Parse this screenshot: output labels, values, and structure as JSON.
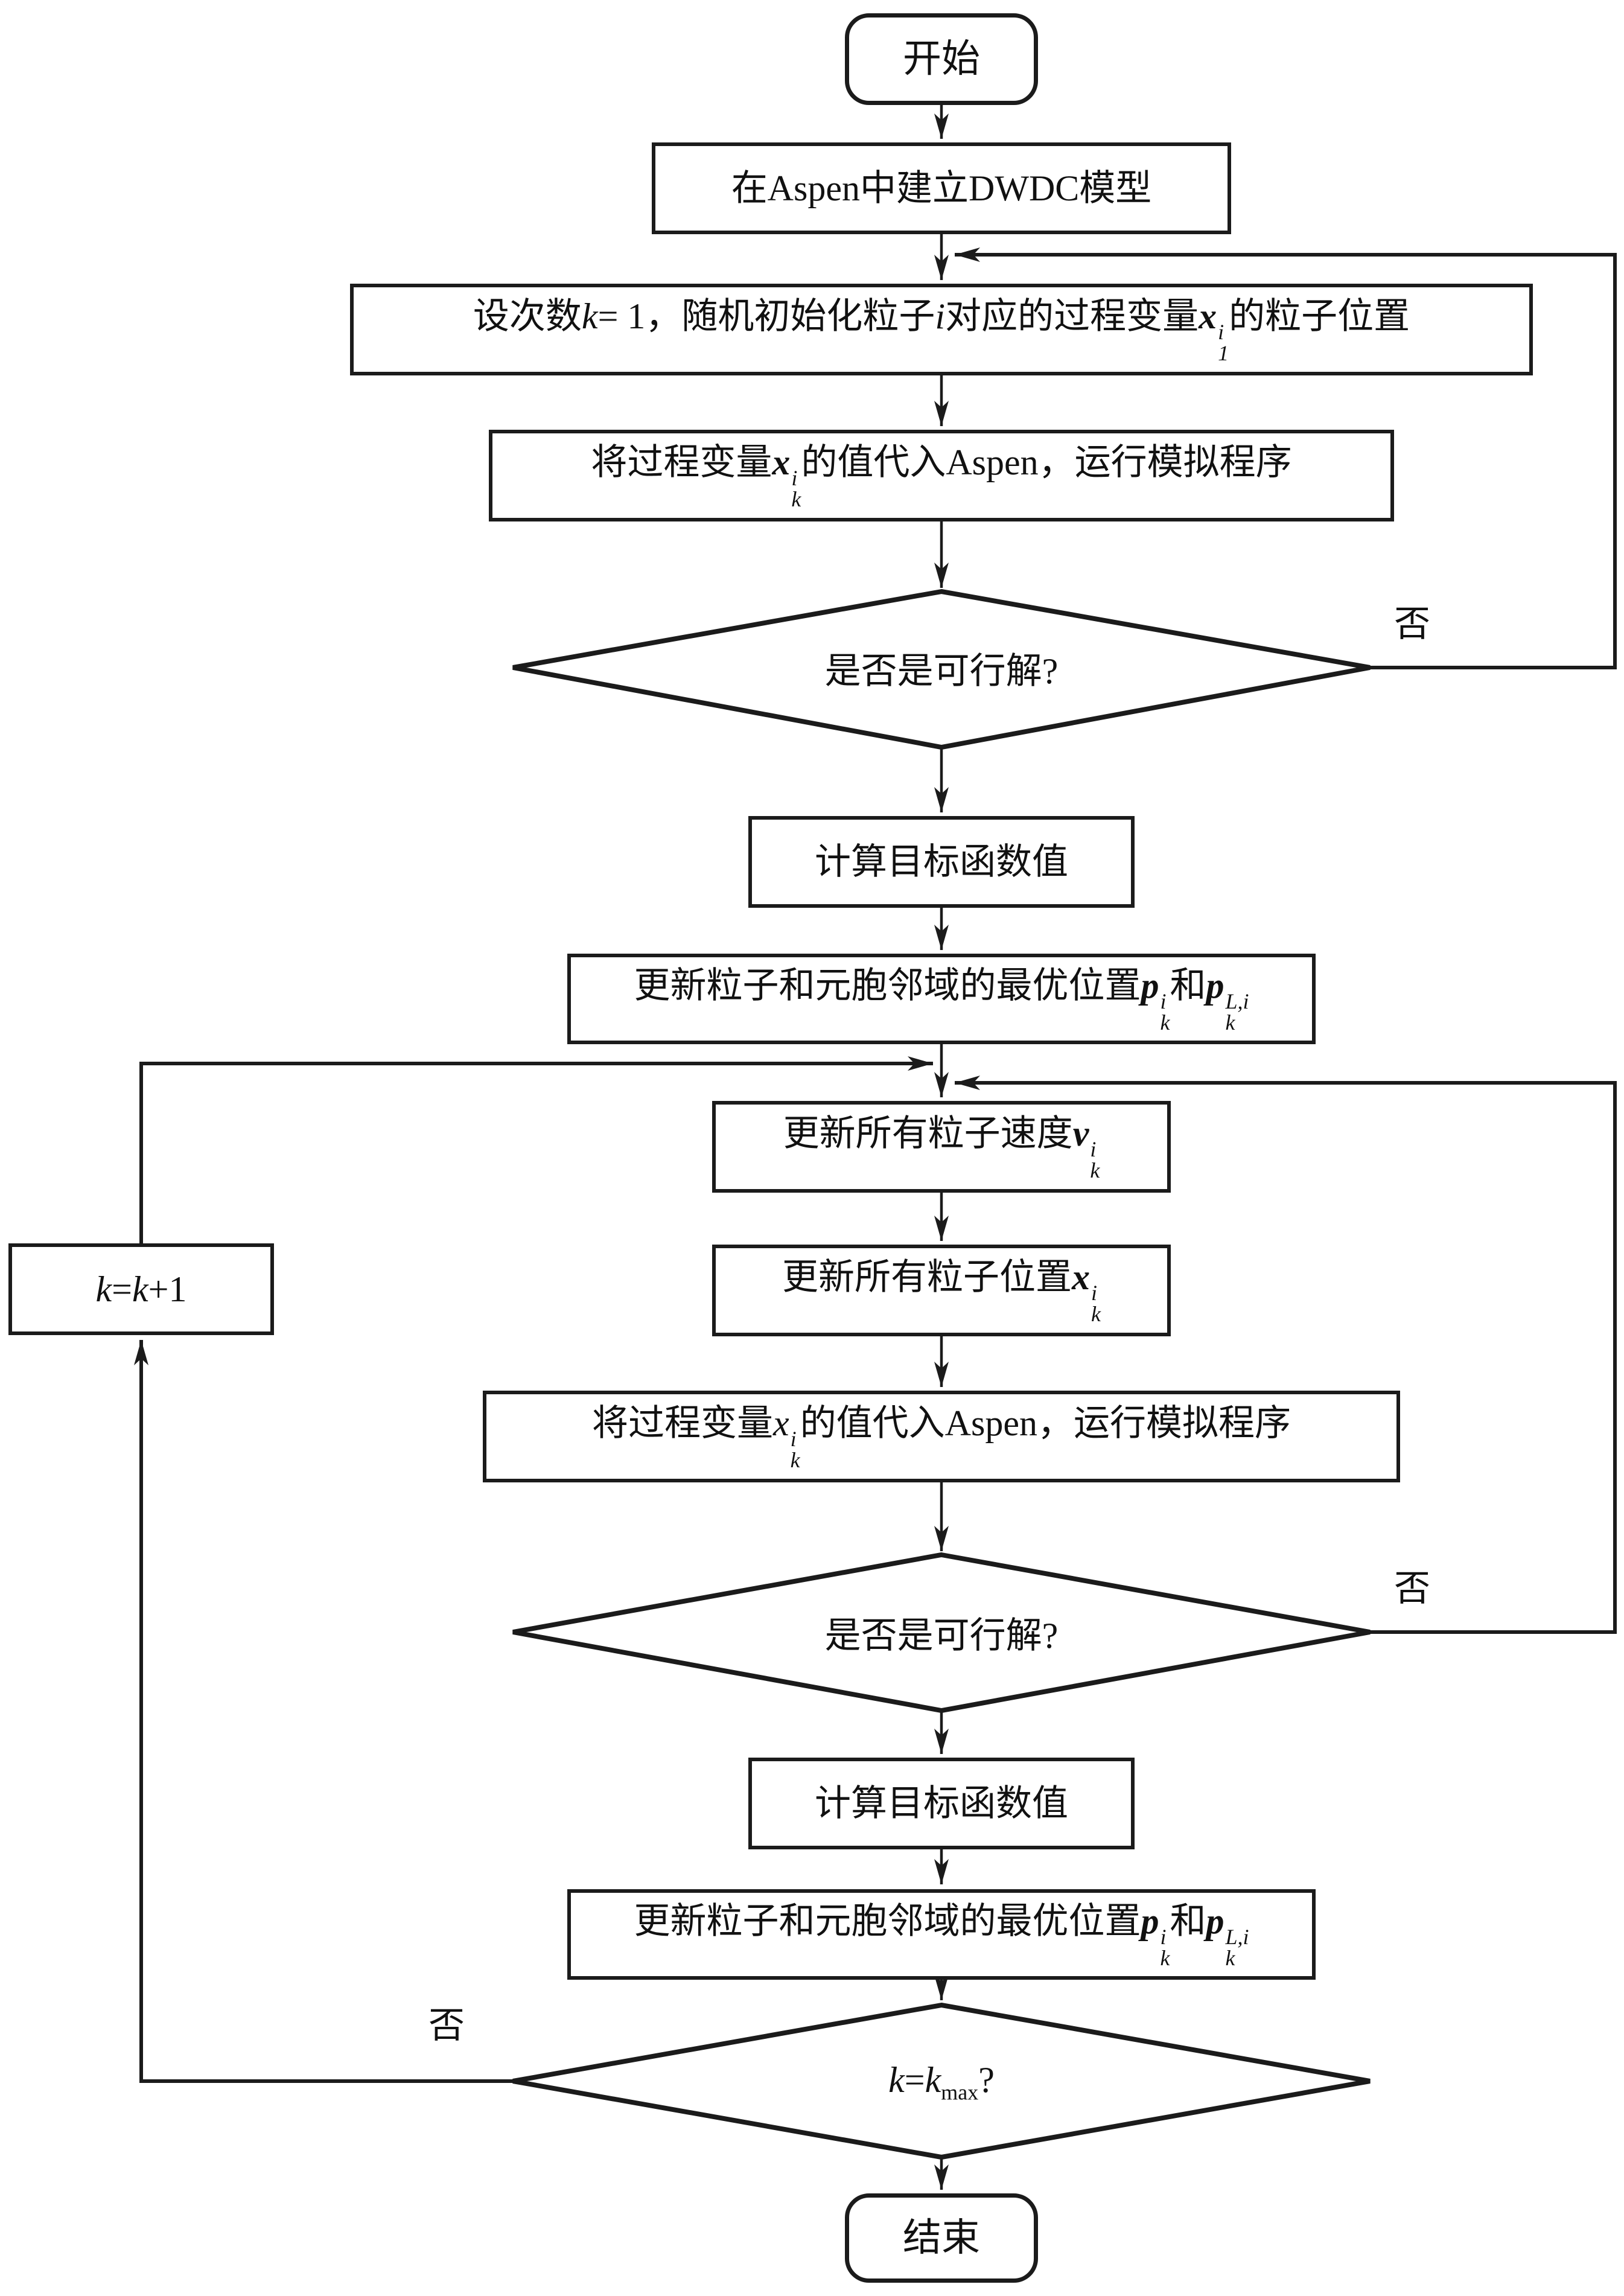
{
  "nodes": {
    "start": "开始",
    "build_model": "在Aspen中建立DWDC模型",
    "init": {
      "t1": "设次数",
      "k": "k",
      "t2": "= 1，随机初始化粒子",
      "i": "i",
      "t3": "对应的过程变量",
      "x": "x",
      "x_sup": "i",
      "x_sub": "1",
      "t4": "的粒子位置"
    },
    "substitute1": {
      "t1": "将过程变量",
      "x": "x",
      "x_sup": "i",
      "x_sub": "k",
      "t2": "的值代入Aspen，运行模拟程序"
    },
    "feasible1": "是否是可行解?",
    "calc1": "计算目标函数值",
    "update_best1": {
      "t1": "更新粒子和元胞邻域的最优位置",
      "p1": "p",
      "p1_sup": "i",
      "p1_sub": "k",
      "t2": "和",
      "p2": "p",
      "p2_sup": "L,i",
      "p2_sub": "k"
    },
    "update_velocity": {
      "t1": "更新所有粒子速度",
      "v": "v",
      "v_sup": "i",
      "v_sub": "k"
    },
    "update_position": {
      "t1": "更新所有粒子位置",
      "x": "x",
      "x_sup": "i",
      "x_sub": "k"
    },
    "substitute2": {
      "t1": "将过程变量",
      "x": "x",
      "x_sup": "i",
      "x_sub": "k",
      "t2": "的值代入Aspen，运行模拟程序"
    },
    "feasible2": "是否是可行解?",
    "calc2": "计算目标函数值",
    "update_best2": {
      "t1": "更新粒子和元胞邻域的最优位置",
      "p1": "p",
      "p1_sup": "i",
      "p1_sub": "k",
      "t2": "和",
      "p2": "p",
      "p2_sup": "L,i",
      "p2_sub": "k"
    },
    "k_increment": {
      "k1": "k",
      "eq": "=",
      "k2": "k",
      "t": "+1"
    },
    "k_max_check": {
      "k1": "k",
      "eq": "=",
      "k2": "k",
      "sub": "max",
      "q": "?"
    },
    "end": "结束"
  },
  "edge_labels": {
    "no1": "否",
    "no2": "否",
    "no3": "否"
  },
  "colors": {
    "line": "#1b1b1b",
    "background": "#ffffff"
  }
}
